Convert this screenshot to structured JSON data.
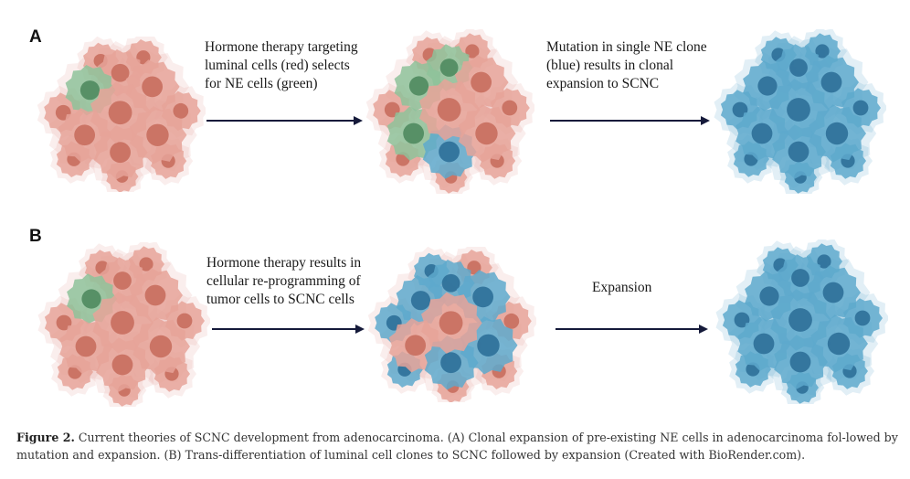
{
  "panels": [
    {
      "id": "A",
      "label": "A",
      "steps": [
        {
          "text": "Hormone therapy targeting\nluminal cells (red) selects\n for NE cells (green)"
        },
        {
          "text": "Mutation in single NE clone\n(blue) results in clonal\nexpansion to SCNC"
        }
      ],
      "clusters": [
        "mixed-red-green-few",
        "mixed-red-green-blue",
        "blue-dominant"
      ]
    },
    {
      "id": "B",
      "label": "B",
      "steps": [
        {
          "text": "Hormone therapy results in\ncellular re-programming of\ntumor cells to SCNC cells"
        },
        {
          "text": "Expansion"
        }
      ],
      "clusters": [
        "mixed-red-green-few",
        "mixed-red-blue",
        "blue-dominant"
      ]
    }
  ],
  "colors": {
    "luminal_red": "#e6a399",
    "luminal_red_nucleus": "#c86e5e",
    "ne_green": "#8ec29a",
    "ne_green_nucleus": "#4f8a5f",
    "scnc_blue": "#5ea9cc",
    "scnc_blue_nucleus": "#2d6f98",
    "arrow": "#151a3a"
  },
  "caption": {
    "label": "Figure 2.",
    "text": " Current theories of SCNC development from adenocarcinoma. (A) Clonal expansion of pre-existing NE cells in adenocarcinoma fol-lowed by mutation and expansion. (B) Trans-differentiation of luminal cell clones to SCNC followed by expansion (Created with BioRender.com)."
  }
}
